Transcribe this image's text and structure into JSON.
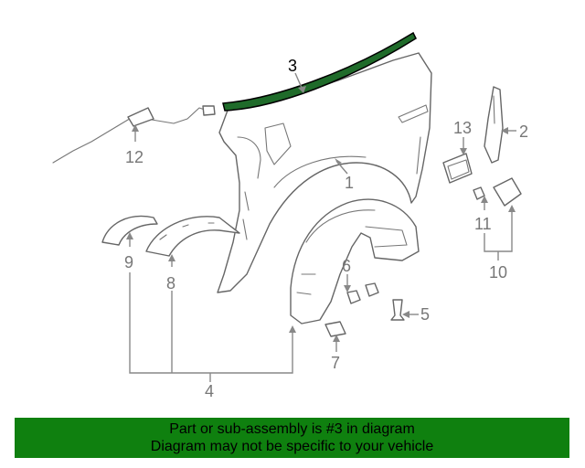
{
  "diagram": {
    "callouts": {
      "c1": "1",
      "c2": "2",
      "c3": "3",
      "c4": "4",
      "c5": "5",
      "c6": "6",
      "c7": "7",
      "c8": "8",
      "c9": "9",
      "c10": "10",
      "c11": "11",
      "c12": "12",
      "c13": "13"
    },
    "highlight_color": "#1f6b2a"
  },
  "banner": {
    "line1": "Part or sub-assembly is #3 in diagram",
    "line2": "Diagram may not be specific to your vehicle",
    "background": "#0f800f"
  }
}
